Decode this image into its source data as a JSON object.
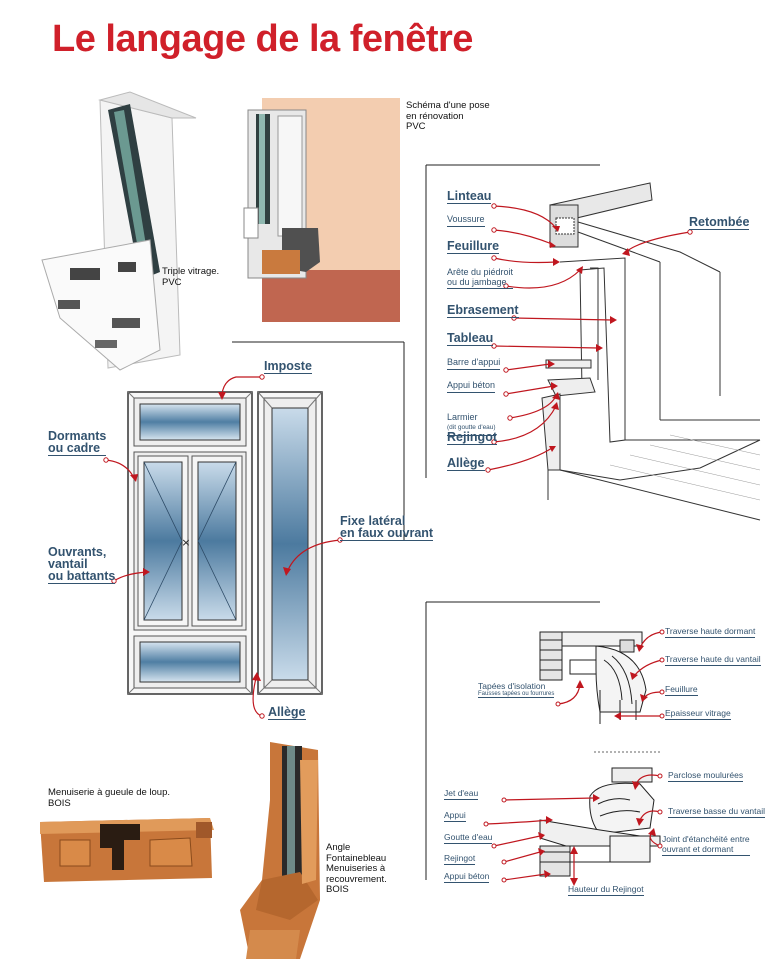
{
  "title": "Le langage de la fenêtre",
  "captions": {
    "triple": "Triple vitrage.\nPVC",
    "renovation": "Schéma d'une pose\nen rénovation\nPVC",
    "gueule": "Menuiserie à gueule de loup.\nBOIS",
    "angle": "Angle\nFontainebleau\nMenuiseries à\nrecouvrement.\nBOIS"
  },
  "window_labels": {
    "imposte": "Imposte",
    "dormants": "Dormants\nou cadre",
    "ouvrants": "Ouvrants,\nvantail\nou battants",
    "fixe": "Fixe latéral\nen faux ouvrant",
    "allege": "Allège"
  },
  "wall_labels": {
    "linteau": "Linteau",
    "voussure": "Voussure",
    "feuillure": "Feuillure",
    "arete": "Arête du piédroit\nou du jambage",
    "ebrasement": "Ebrasement",
    "tableau": "Tableau",
    "barre": "Barre d'appui",
    "appui_beton": "Appui béton",
    "larmier": "Larmier",
    "larmier_sub": "(dit goutte d'eau)",
    "rejingot": "Rejingot",
    "allege": "Allège",
    "retombee": "Retombée"
  },
  "top_section": {
    "traverse_dormant": "Traverse haute dormant",
    "traverse_vantail": "Traverse haute du vantail",
    "feuillure": "Feuillure",
    "epaisseur": "Epaisseur vitrage",
    "tapees": "Tapées d'isolation",
    "tapees_sub": "Fausses tapées ou fourrures"
  },
  "bottom_section": {
    "parclose": "Parclose moulurées",
    "traverse_basse": "Traverse basse du vantail",
    "joint": "Joint d'étanchéité entre\nouvrant et dormant",
    "jet": "Jet d'eau",
    "appui": "Appui",
    "goutte": "Goutte d'eau",
    "rejingot": "Rejingot",
    "appui_beton": "Appui béton",
    "hauteur": "Hauteur du Rejingot"
  },
  "colors": {
    "title": "#d0202a",
    "label": "#33536f",
    "arrow": "#c0171f",
    "wood": "#c8763a",
    "glass": "#8fb4d2"
  }
}
